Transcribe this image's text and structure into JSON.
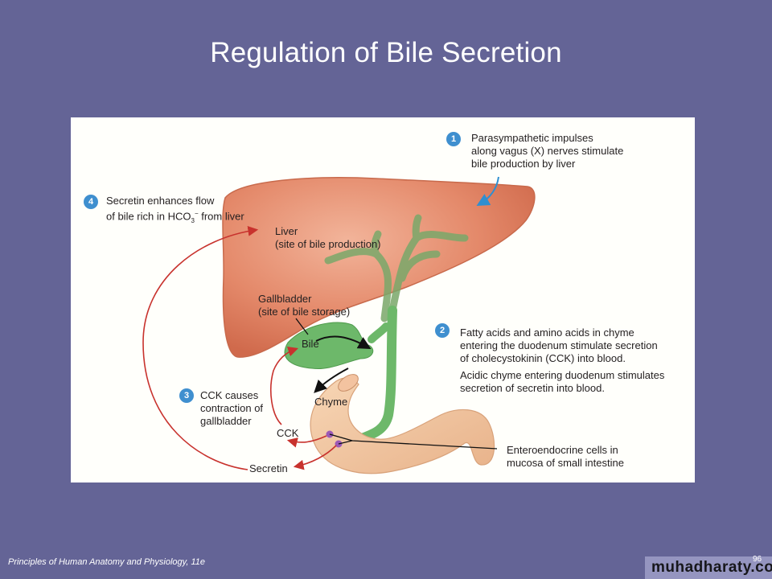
{
  "slide": {
    "title": "Regulation of Bile Secretion",
    "footer": "Principles of Human Anatomy and Physiology, 11e",
    "page_number": "96",
    "watermark": "muhadharaty.com"
  },
  "diagram": {
    "steps": [
      {
        "number": "1",
        "lines": [
          "Parasympathetic impulses",
          "along vagus (X) nerves stimulate",
          "bile production by liver"
        ]
      },
      {
        "number": "2",
        "lines": [
          "Fatty acids and amino acids in chyme",
          "entering the duodenum stimulate secretion",
          "of cholecystokinin (CCK) into blood.",
          "Acidic chyme entering duodenum stimulates",
          "secretion of secretin into blood."
        ]
      },
      {
        "number": "3",
        "lines": [
          "CCK causes",
          "contraction of",
          "gallbladder"
        ]
      },
      {
        "number": "4",
        "line1": "Secretin enhances flow",
        "line2_prefix": "of bile rich in HCO",
        "line2_sub": "3",
        "line2_sup": "−",
        "line2_suffix": " from liver"
      }
    ],
    "labels": {
      "liver": "Liver",
      "liver_note": "(site of bile production)",
      "gallbladder": "Gallbladder",
      "gallbladder_note": "(site of bile storage)",
      "bile": "Bile",
      "chyme": "Chyme",
      "cck": "CCK",
      "secretin": "Secretin",
      "enteroendocrine_1": "Enteroendocrine cells in",
      "enteroendocrine_2": "mucosa of small intestine"
    },
    "colors": {
      "liver": "#e48a6a",
      "bile_duct": "#6db86a",
      "duodenum": "#f0c39c",
      "arrow_red": "#c8322d",
      "arrow_blue": "#2f8fd0",
      "badge": "#3f8fcf"
    }
  }
}
